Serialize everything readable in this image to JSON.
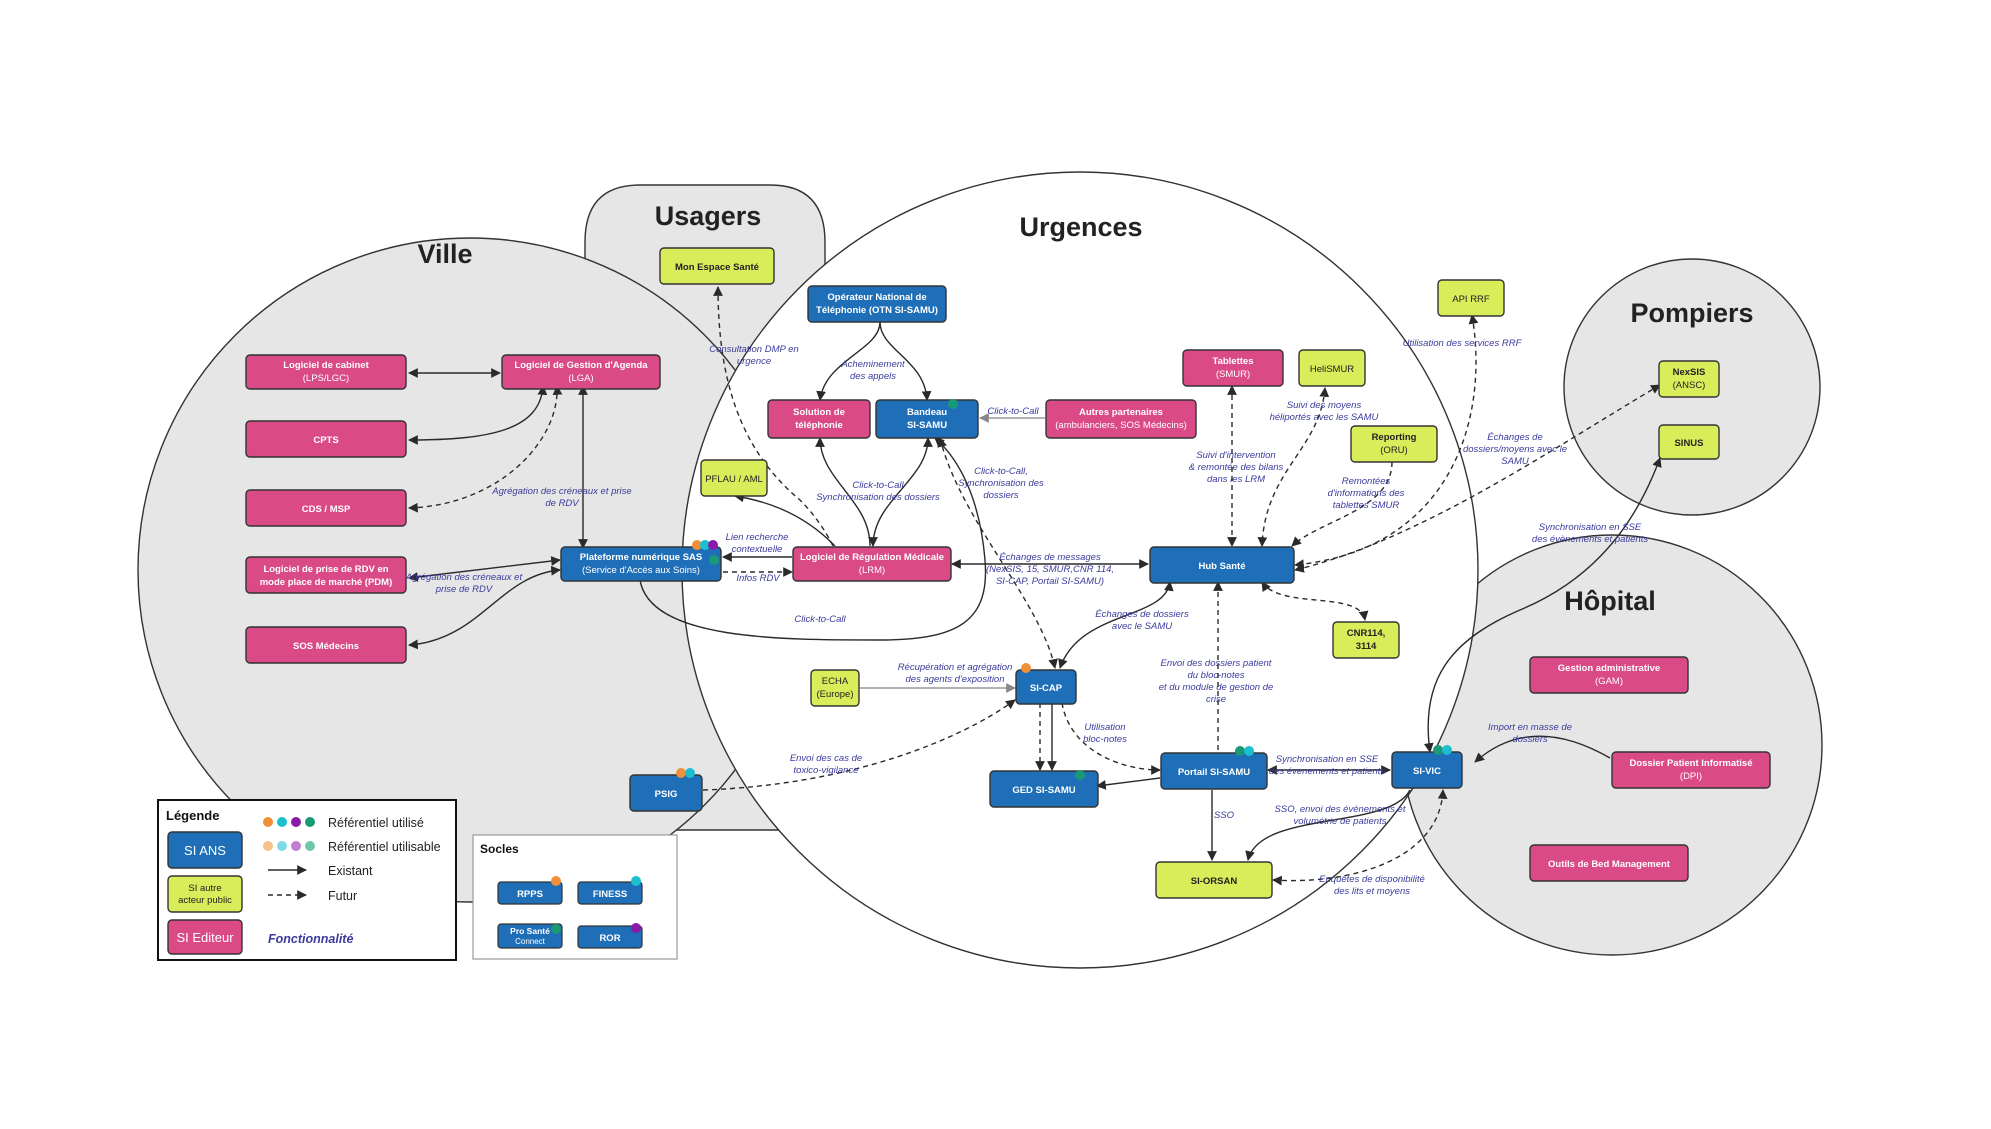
{
  "colors": {
    "si_ans": "#1f6fb8",
    "si_autre": "#d9ec5a",
    "si_editeur": "#da4a86",
    "circle_fill": "#e6e6e6",
    "func_label": "#3b3b9e",
    "dot_orange": "#f0913a",
    "dot_cyan": "#1bbfd0",
    "dot_purple": "#8a1aa8",
    "dot_green": "#1a9a74"
  },
  "regions": {
    "ville": "Ville",
    "usagers": "Usagers",
    "urgences": "Urgences",
    "pompiers": "Pompiers",
    "hopital": "Hôpital"
  },
  "nodes": {
    "logiciel_cabinet": {
      "line1": "Logiciel de cabinet",
      "line2": "(LPS/LGC)"
    },
    "lga": {
      "line1": "Logiciel de Gestion d'Agenda",
      "line2": "(LGA)"
    },
    "cpts": {
      "line1": "CPTS"
    },
    "cds_msp": {
      "line1": "CDS / MSP"
    },
    "pdm": {
      "line1": "Logiciel de prise de RDV en",
      "line2": "mode place de marché (PDM)"
    },
    "sos_medecins": {
      "line1": "SOS Médecins"
    },
    "mon_espace_sante": {
      "line1": "Mon Espace Santé"
    },
    "otn": {
      "line1": "Opérateur National de",
      "line2": "Téléphonie (OTN SI-SAMU)"
    },
    "solution_telephonie": {
      "line1": "Solution de",
      "line2": "téléphonie"
    },
    "bandeau": {
      "line1": "Bandeau",
      "line2": "SI-SAMU"
    },
    "autres_partenaires": {
      "line1": "Autres partenaires",
      "line2": "(ambulanciers, SOS Médecins)"
    },
    "pflau": {
      "line1": "PFLAU / AML"
    },
    "sas": {
      "line1": "Plateforme numérique SAS",
      "line2": "(Service d'Accès aux Soins)"
    },
    "lrm": {
      "line1": "Logiciel de Régulation Médicale",
      "line2": "(LRM)"
    },
    "tablettes": {
      "line1": "Tablettes",
      "line2": "(SMUR)"
    },
    "helismur": {
      "line1": "HeliSMUR"
    },
    "reporting": {
      "line1": "Reporting",
      "line2": "(ORU)"
    },
    "api_rrf": {
      "line1": "API RRF"
    },
    "hub_sante": {
      "line1": "Hub Santé"
    },
    "cnr114": {
      "line1": "CNR114,",
      "line2": "3114"
    },
    "echa": {
      "line1": "ECHA",
      "line2": "(Europe)"
    },
    "si_cap": {
      "line1": "SI-CAP"
    },
    "ged": {
      "line1": "GED SI-SAMU"
    },
    "portail": {
      "line1": "Portail SI-SAMU"
    },
    "psig": {
      "line1": "PSIG"
    },
    "si_orsan": {
      "line1": "SI-ORSAN"
    },
    "nexsis": {
      "line1": "NexSIS",
      "line2": "(ANSC)"
    },
    "sinus": {
      "line1": "SINUS"
    },
    "gam": {
      "line1": "Gestion administrative",
      "line2": "(GAM)"
    },
    "dpi": {
      "line1": "Dossier Patient Informatisé",
      "line2": "(DPI)"
    },
    "si_vic": {
      "line1": "SI-VIC"
    },
    "bed": {
      "line1": "Outils de Bed Management"
    }
  },
  "flow_labels": {
    "consultation_dmp": [
      "Consultation DMP en",
      "urgence"
    ],
    "acheminement": [
      "Acheminement",
      "des appels"
    ],
    "click_to_call_1": [
      "Click-to-Call"
    ],
    "agregation_1": [
      "Agrégation des créneaux et prise",
      "de RDV"
    ],
    "agregation_2": [
      "Agrégation des créneaux et",
      "prise de RDV"
    ],
    "lien_recherche": [
      "Lien recherche",
      "contextuelle"
    ],
    "infos_rdv": [
      "Infos RDV"
    ],
    "ctc_sync_1": [
      "Click-to-Call",
      "Synchronisation des  dossiers"
    ],
    "ctc_sync_2": [
      "Click-to-Call,",
      "Synchronisation des",
      "dossiers"
    ],
    "click_to_call_2": [
      "Click-to-Call"
    ],
    "echanges_messages": [
      "Échanges de messages",
      "(NexSIS, 15, SMUR,CNR 114,",
      "SI-CAP, Portail SI-SAMU)"
    ],
    "suivi_moyens": [
      "Suivi des moyens",
      "héliportés avec les SAMU"
    ],
    "suivi_intervention": [
      "Suivi d'intervention",
      "& remontée des bilans",
      "dans les LRM"
    ],
    "remontees": [
      "Remontées",
      "d'informations des",
      "tablettes SMUR"
    ],
    "utilisation_rrf": [
      "Utilisation des services RRF"
    ],
    "echanges_pompiers": [
      "Échanges de",
      "dossiers/moyens avec le",
      "SAMU"
    ],
    "sync_sse_pompiers": [
      "Synchronisation en SSE",
      "des évènements et patients"
    ],
    "echanges_dossiers_samu": [
      "Échanges de dossiers",
      "avec le SAMU"
    ],
    "recuperation": [
      "Récupération et agrégation",
      "des agents d'exposition"
    ],
    "envoi_dossiers": [
      "Envoi des dossiers patient",
      "du bloc-notes",
      "et du module de gestion de",
      "crise"
    ],
    "utilisation_bloc": [
      "Utilisation",
      "bloc-notes"
    ],
    "envoi_cas": [
      "Envoi des cas de",
      "toxico-vigilance"
    ],
    "sync_sse": [
      "Synchronisation en SSE",
      "des évenements et patients"
    ],
    "import": [
      "Import en masse de",
      "dossiers"
    ],
    "sso": [
      "SSO"
    ],
    "sso_envoi": [
      "SSO, envoi des évènements et",
      "volumétrie de patients"
    ],
    "enquetes": [
      "Enquêtes de disponibilité",
      "des lits et moyens"
    ]
  },
  "legend": {
    "title": "Légende",
    "si_ans": "SI ANS",
    "si_autre_1": "SI autre",
    "si_autre_2": "acteur public",
    "si_editeur": "SI Editeur",
    "ref_utilise": "Référentiel utilisé",
    "ref_utilisable": "Référentiel utilisable",
    "existant": "Existant",
    "futur": "Futur",
    "fonctionnalite": "Fonctionnalité"
  },
  "socles": {
    "title": "Socles",
    "rpps": "RPPS",
    "finess": "FINESS",
    "psc_1": "Pro Santé",
    "psc_2": "Connect",
    "ror": "ROR"
  }
}
